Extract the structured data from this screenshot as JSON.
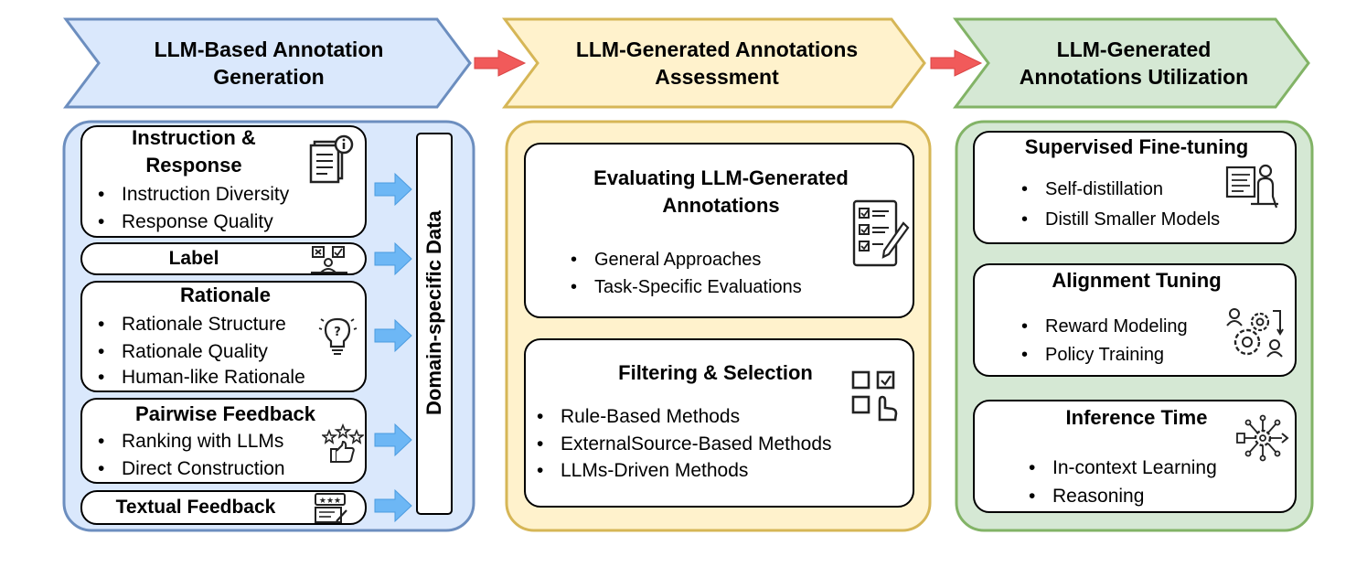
{
  "colors": {
    "blue_fill": "#dae8fc",
    "blue_stroke": "#6c8ebf",
    "yellow_fill": "#fff2cc",
    "yellow_stroke": "#d6b656",
    "green_fill": "#d5e8d4",
    "green_stroke": "#82b366",
    "arrow_red": "#f15a5a",
    "arrow_blue": "#6db7f5"
  },
  "headers": [
    {
      "line1": "LLM-Based Annotation",
      "line2": "Generation"
    },
    {
      "line1": "LLM-Generated Annotations",
      "line2": "Assessment"
    },
    {
      "line1": "LLM-Generated",
      "line2": "Annotations Utilization"
    }
  ],
  "generation": {
    "instruction": {
      "title_line1": "Instruction &",
      "title_line2": "Response",
      "icon": "document-info-icon",
      "items": [
        "Instruction Diversity",
        "Response Quality"
      ]
    },
    "label": {
      "title": "Label",
      "icon": "labeling-icon"
    },
    "rationale": {
      "title": "Rationale",
      "icon": "lightbulb-question-icon",
      "items": [
        "Rationale Structure",
        "Rationale Quality",
        "Human-like Rationale"
      ]
    },
    "pairwise": {
      "title": "Pairwise Feedback",
      "icon": "stars-thumbs-up-icon",
      "items": [
        "Ranking with LLMs",
        "Direct Construction"
      ]
    },
    "textual": {
      "title": "Textual Feedback",
      "icon": "review-stars-icon"
    },
    "domain_label": "Domain-specific Data"
  },
  "assessment": {
    "evaluating": {
      "title_line1": "Evaluating LLM-Generated",
      "title_line2": "Annotations",
      "icon": "checklist-icon",
      "items": [
        "General Approaches",
        "Task-Specific Evaluations"
      ]
    },
    "filtering": {
      "title": "Filtering & Selection",
      "icon": "selection-grid-icon",
      "items": [
        "Rule-Based Methods",
        "ExternalSource-Based Methods",
        "LLMs-Driven Methods"
      ]
    }
  },
  "utilization": {
    "sft": {
      "title": "Supervised Fine-tuning",
      "icon": "person-computer-icon",
      "items": [
        "Self-distillation",
        "Distill Smaller Models"
      ]
    },
    "alignment": {
      "title": "Alignment Tuning",
      "icon": "gears-users-icon",
      "items": [
        "Reward Modeling",
        "Policy Training"
      ]
    },
    "inference": {
      "title": "Inference Time",
      "icon": "network-gear-icon",
      "items": [
        "In-context Learning",
        "Reasoning"
      ]
    }
  }
}
